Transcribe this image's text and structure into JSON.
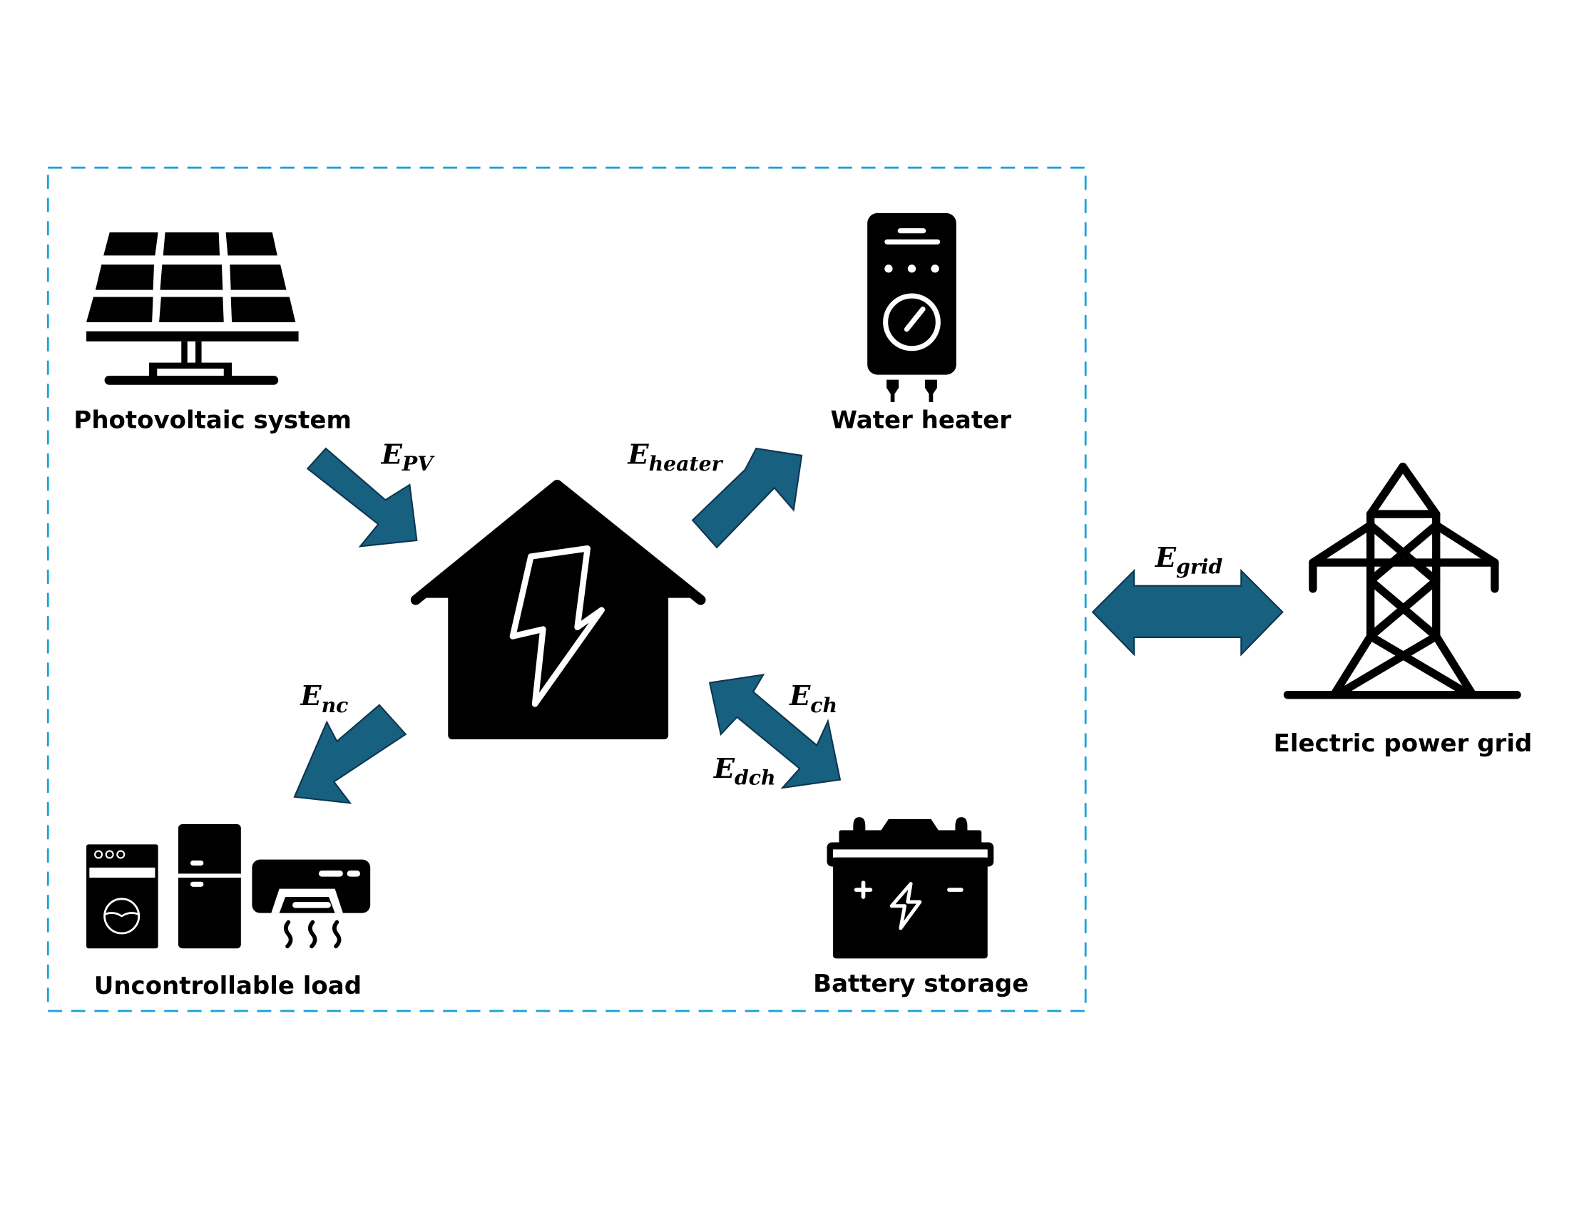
{
  "diagram": {
    "title": "Home energy management system",
    "boundary": {
      "style": "dashed",
      "color": "#1aa3d9"
    },
    "colors": {
      "arrow_fill": "#17607f",
      "arrow_stroke": "#0d3550",
      "icon": "#000000"
    },
    "nodes": {
      "pv": {
        "label": "Photovoltaic system",
        "icon": "solar-panel-icon"
      },
      "heater": {
        "label": "Water heater",
        "icon": "water-heater-icon"
      },
      "home": {
        "label": "",
        "icon": "house-lightning-icon"
      },
      "load": {
        "label": "Uncontrollable load",
        "icon": "appliances-icon"
      },
      "battery": {
        "label": "Battery storage",
        "icon": "battery-icon"
      },
      "grid": {
        "label": "Electric power grid",
        "icon": "transmission-tower-icon"
      }
    },
    "flows": {
      "pv": {
        "symbol": "E",
        "subscript": "PV",
        "direction": "pv-to-home"
      },
      "heater": {
        "symbol": "E",
        "subscript": "heater",
        "direction": "home-to-heater"
      },
      "nc": {
        "symbol": "E",
        "subscript": "nc",
        "direction": "home-to-load"
      },
      "ch": {
        "symbol": "E",
        "subscript": "ch",
        "direction": "home-to-battery"
      },
      "dch": {
        "symbol": "E",
        "subscript": "dch",
        "direction": "battery-to-home"
      },
      "grid": {
        "symbol": "E",
        "subscript": "grid",
        "direction": "bidirectional"
      }
    }
  }
}
